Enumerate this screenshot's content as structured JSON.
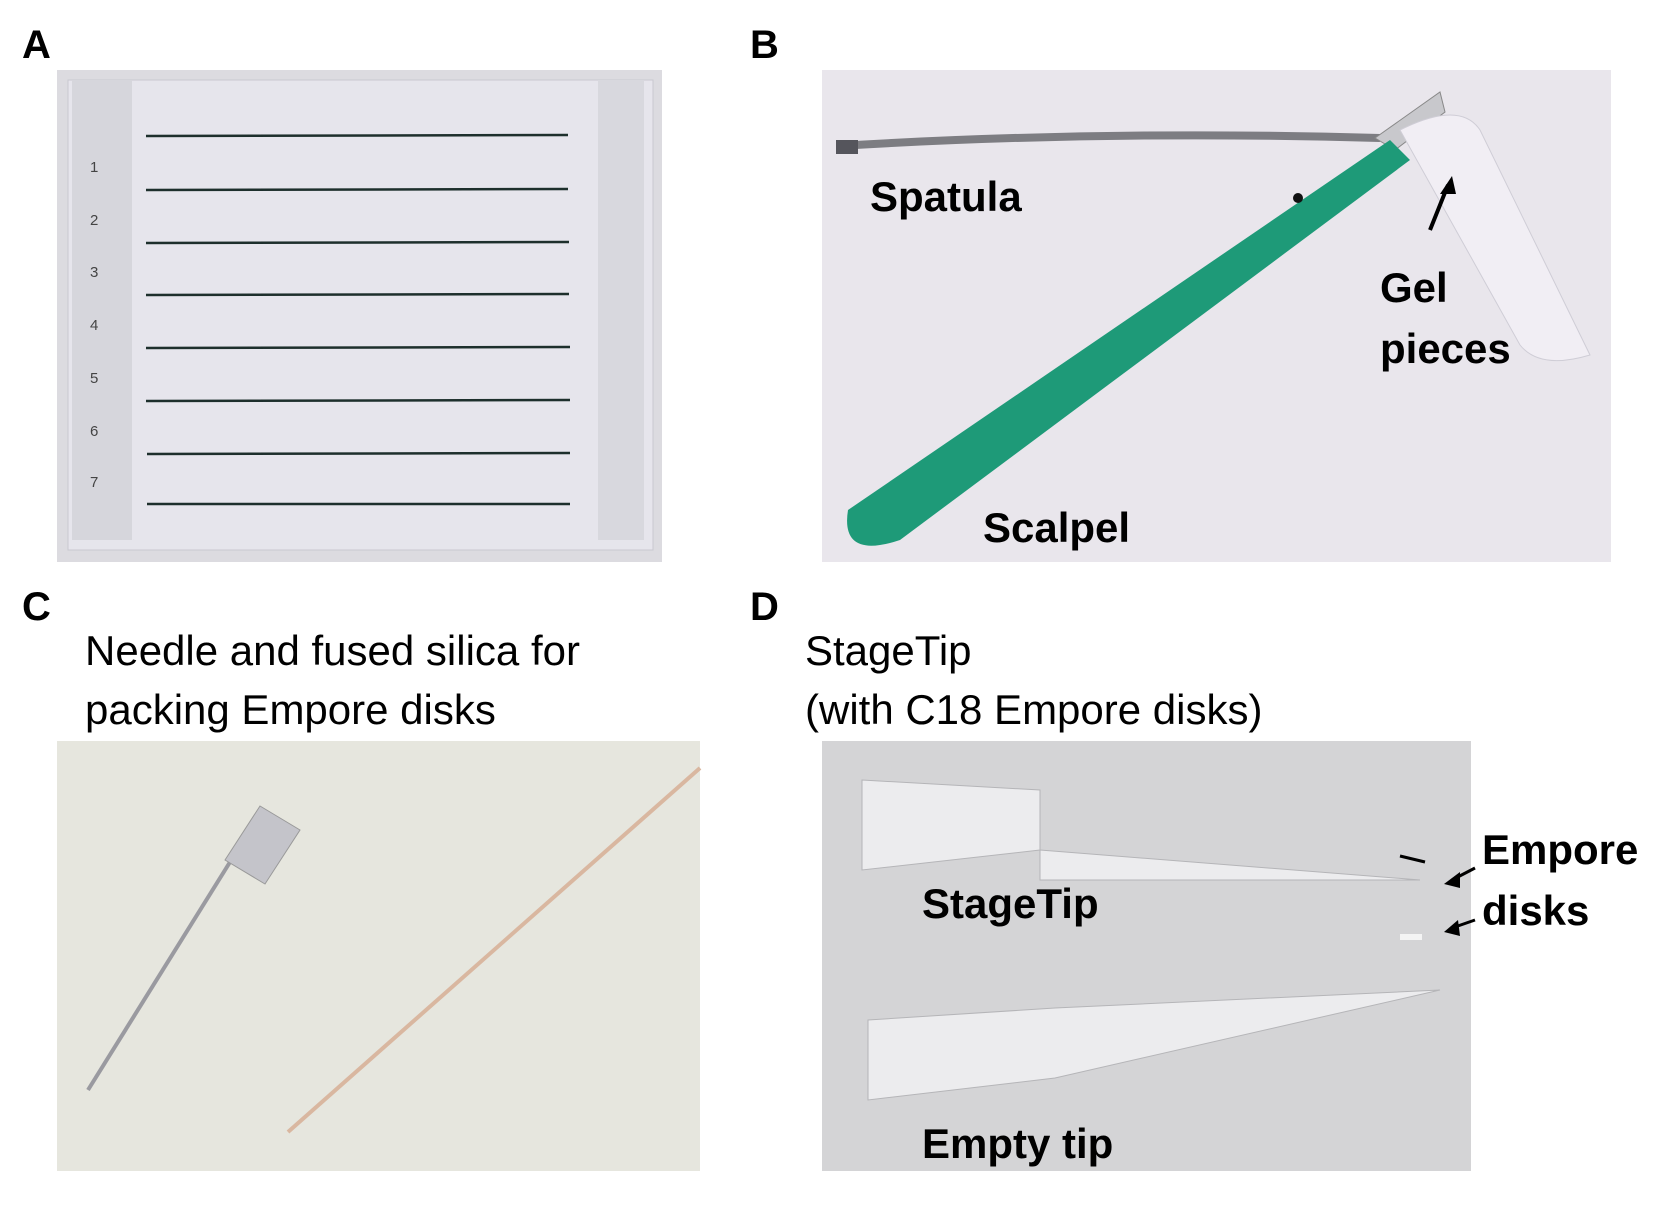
{
  "figure": {
    "panels": [
      {
        "label": "A",
        "lane_numbers": [
          "1",
          "2",
          "3",
          "4",
          "5",
          "6",
          "7"
        ]
      },
      {
        "label": "B",
        "annotations": {
          "spatula": "Spatula",
          "gel_1": "Gel",
          "gel_2": "pieces",
          "scalpel": "Scalpel"
        }
      },
      {
        "label": "C",
        "caption_1": "Needle and fused silica for",
        "caption_2": "packing Empore disks"
      },
      {
        "label": "D",
        "caption_1": "StageTip",
        "caption_2": "(with C18 Empore disks)",
        "annotations": {
          "stagetip": "StageTip",
          "empty_tip": "Empty tip",
          "empore_1": "Empore",
          "empore_2": "disks"
        }
      }
    ]
  },
  "colors": {
    "scalpel_green": "#1e9a78",
    "glass_bg": "#e4e3ea",
    "photo_b_bg": "#e9e6ec",
    "photo_c_bg": "#e6e6de",
    "photo_d_bg": "#d4d4d6"
  }
}
